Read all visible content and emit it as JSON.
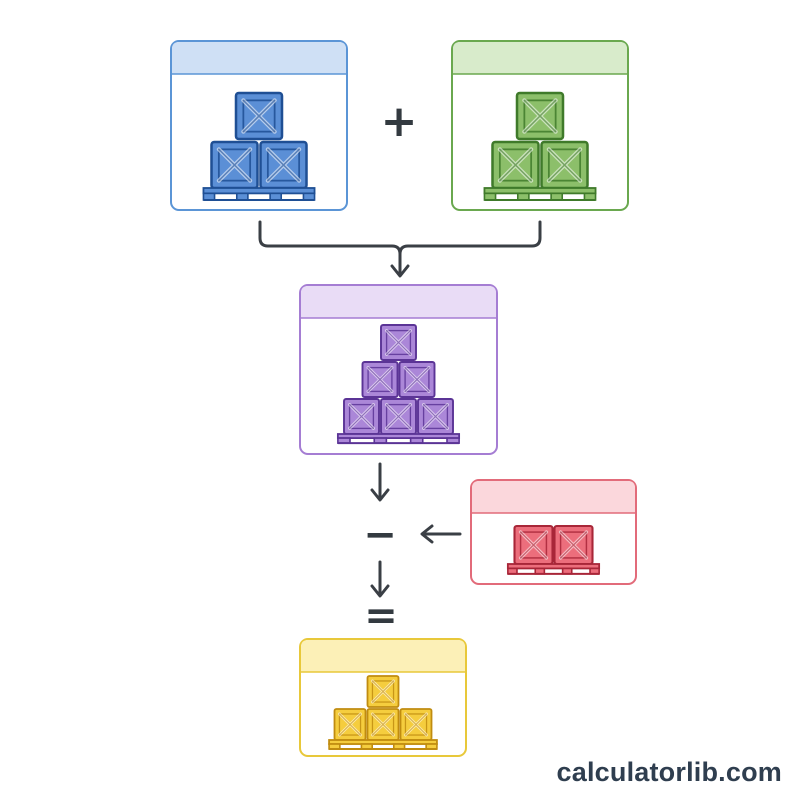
{
  "colors": {
    "blue": {
      "fill": "#5b8fd6",
      "dark": "#1f4f94",
      "header": "#cfe0f5",
      "border": "#5b95d6"
    },
    "green": {
      "fill": "#8cbf6a",
      "dark": "#3f7a2a",
      "header": "#d8ebcb",
      "border": "#6aa84f"
    },
    "purple": {
      "fill": "#ab87d8",
      "dark": "#5b3496",
      "header": "#e9dcf6",
      "border": "#a57dd3"
    },
    "red": {
      "fill": "#ec6e7c",
      "dark": "#a82638",
      "header": "#fbd7dc",
      "border": "#e26b7a"
    },
    "yellow": {
      "fill": "#f5cd3e",
      "dark": "#c08c10",
      "header": "#fcf0b7",
      "border": "#e8c83a"
    },
    "arrow": "#3a3f45"
  },
  "operators": {
    "plus": "+",
    "minus": "−",
    "equals": "="
  },
  "panels": [
    {
      "name": "panel-addend-a",
      "color": "blue",
      "rows": [
        1,
        2
      ]
    },
    {
      "name": "panel-addend-b",
      "color": "green",
      "rows": [
        1,
        2
      ]
    },
    {
      "name": "panel-sum",
      "color": "purple",
      "rows": [
        1,
        2,
        3
      ]
    },
    {
      "name": "panel-subtrahend",
      "color": "red",
      "rows": [
        2
      ]
    },
    {
      "name": "panel-result",
      "color": "yellow",
      "rows": [
        1,
        3
      ]
    }
  ],
  "watermark": "calculatorlib.com"
}
